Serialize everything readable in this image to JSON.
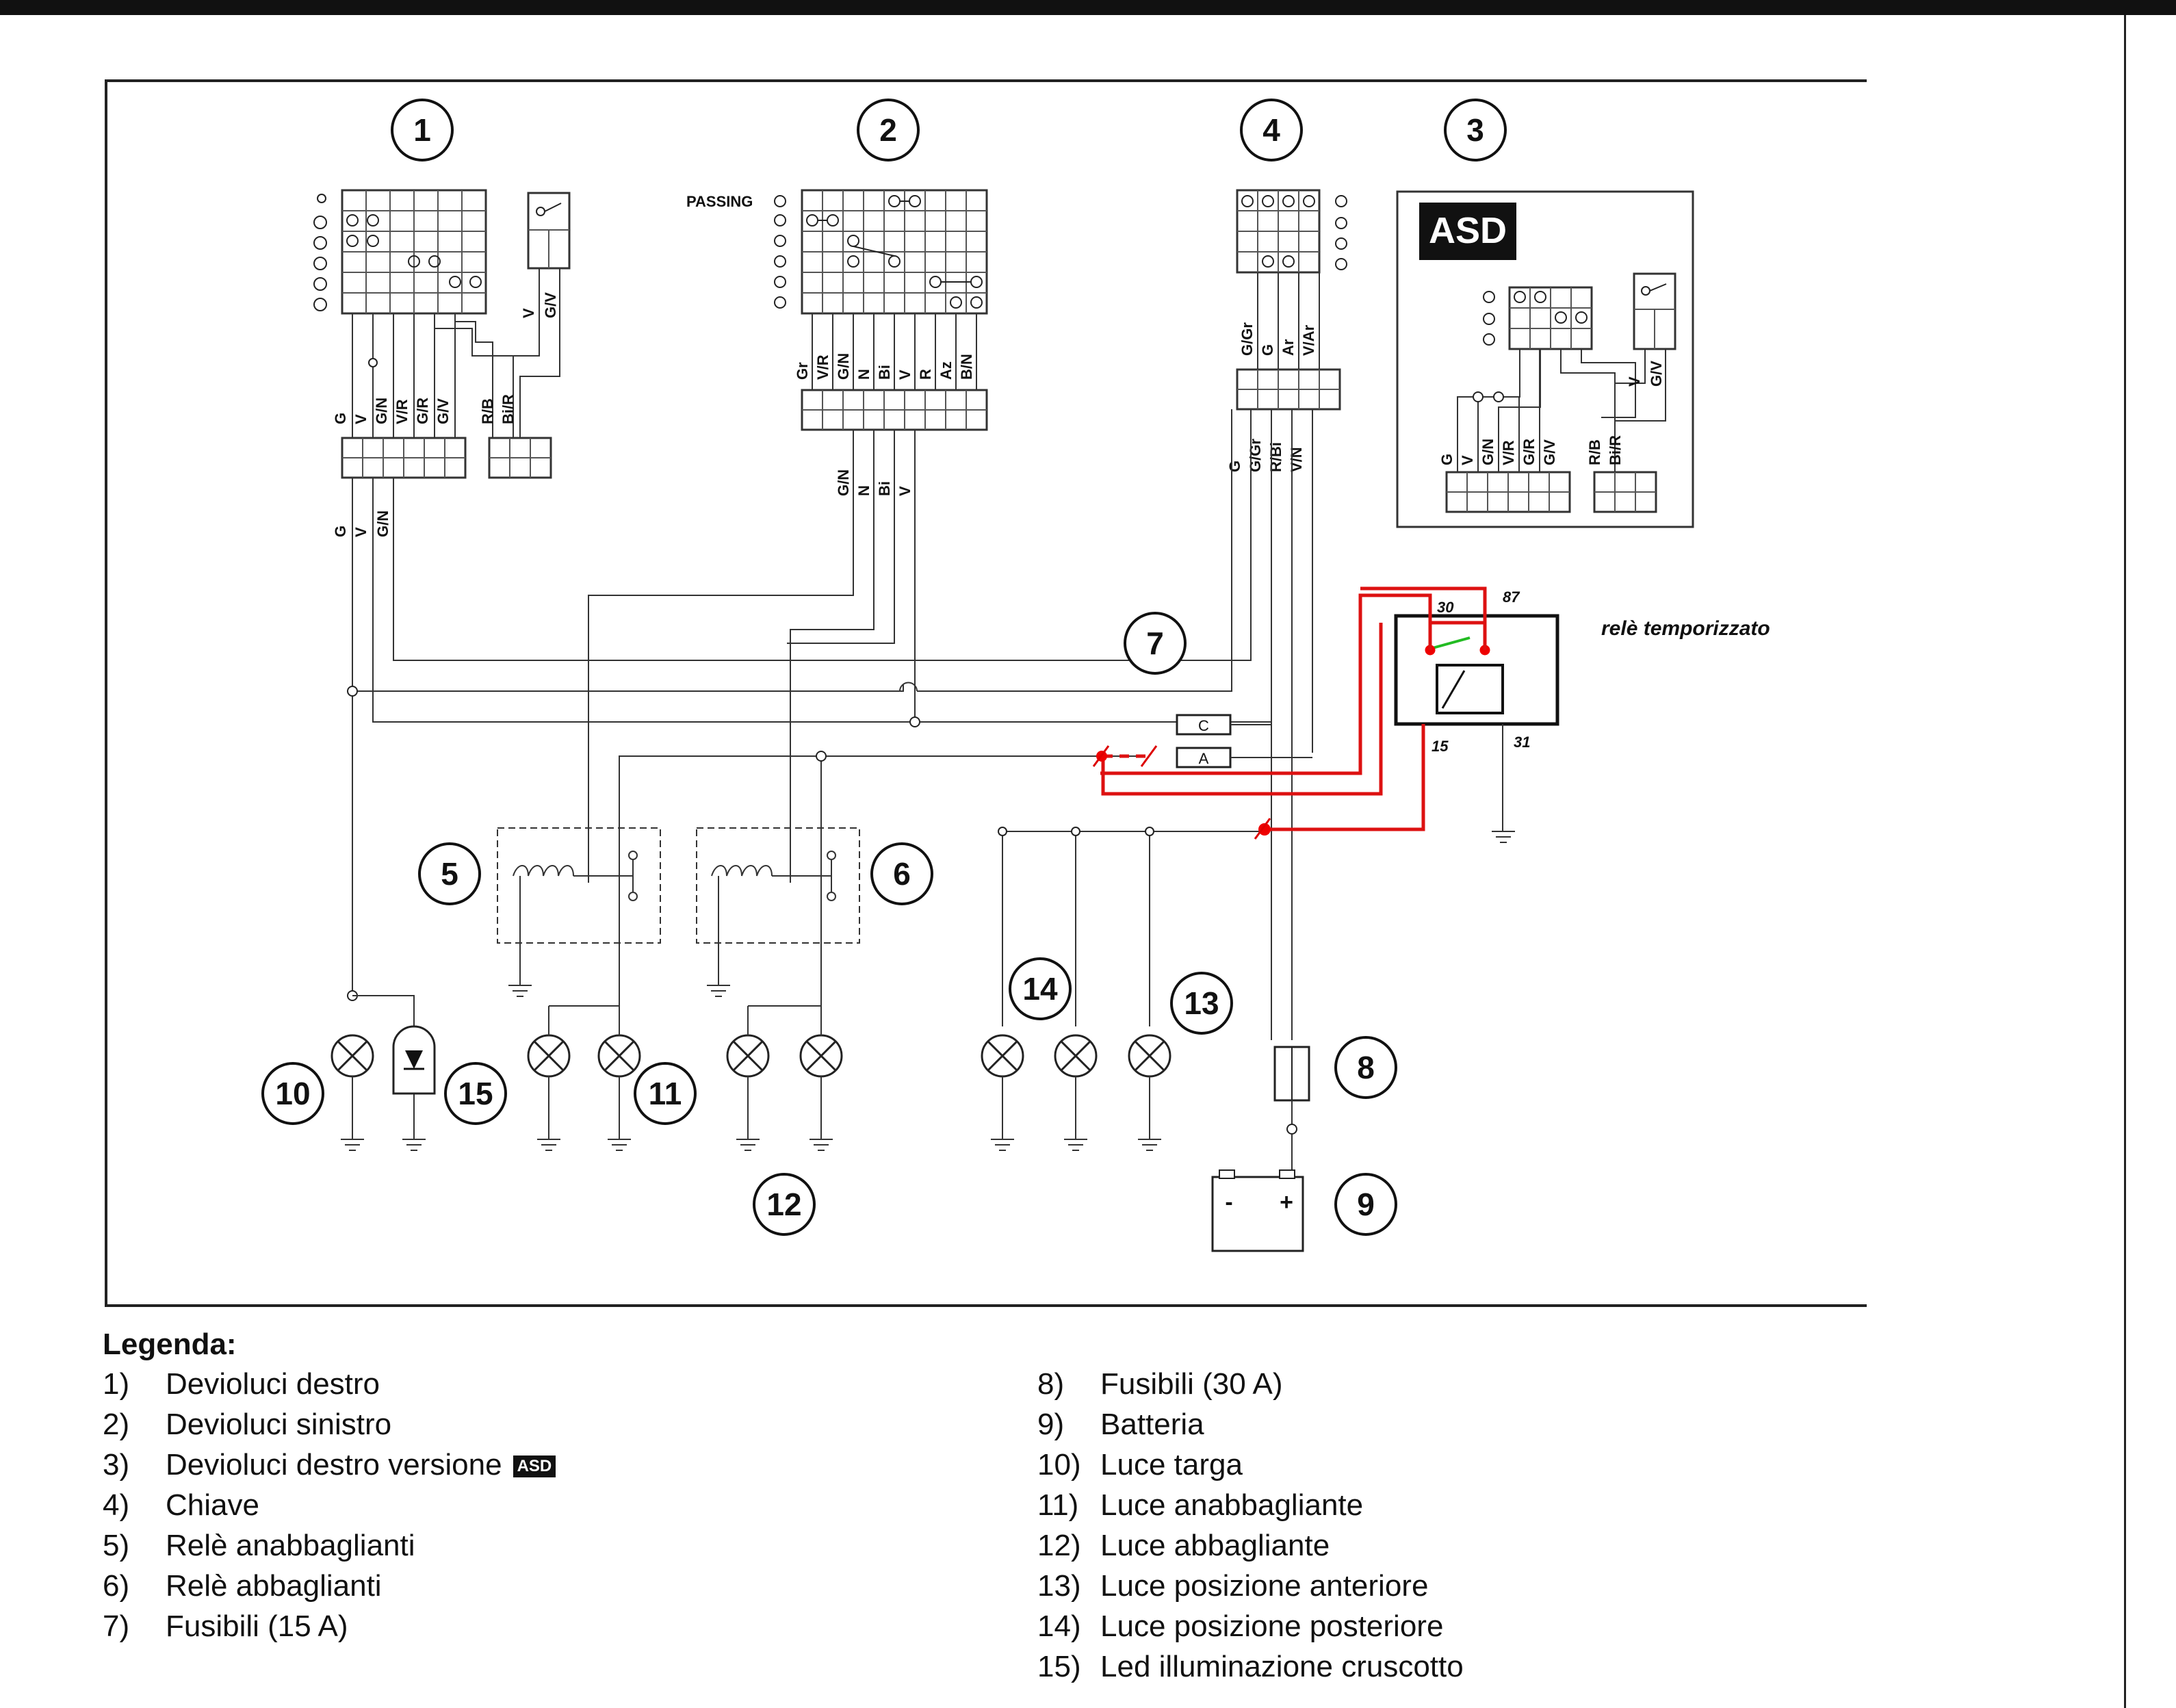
{
  "diagram": {
    "numbers": [
      "1",
      "2",
      "4",
      "3",
      "7",
      "5",
      "6",
      "14",
      "13",
      "8",
      "10",
      "15",
      "11",
      "12",
      "9"
    ],
    "asd_box_label": "ASD",
    "passing_label": "PASSING",
    "relay_label": "relè temporizzato",
    "relay_terminals": [
      "30",
      "87",
      "15",
      "31"
    ],
    "fuse_c": "C",
    "fuse_a": "A",
    "battery_minus": "-",
    "battery_plus": "+",
    "wires": {
      "sw1_top": [
        "G",
        "V",
        "G/N",
        "V/R",
        "G/R",
        "G/V"
      ],
      "sw1_rb": [
        "R/B",
        "Bi/R"
      ],
      "sw1_side": [
        "V",
        "G/V"
      ],
      "sw1_lower": [
        "G",
        "V",
        "G/N"
      ],
      "sw2_top": [
        "Gr",
        "V/R",
        "G/N",
        "N",
        "Bi",
        "V",
        "R",
        "Az",
        "B/N"
      ],
      "sw2_lower": [
        "G/N",
        "N",
        "Bi",
        "V"
      ],
      "key_top": [
        "G/Gr",
        "G",
        "Ar",
        "V/Ar"
      ],
      "key_lower": [
        "G",
        "G/Gr",
        "R/Bi",
        "V/N"
      ],
      "asd_main": [
        "G",
        "V",
        "G/N",
        "V/R",
        "G/R",
        "G/V"
      ],
      "asd_rb": [
        "R/B",
        "Bi/R"
      ],
      "asd_side": [
        "V",
        "G/V"
      ]
    }
  },
  "legend": {
    "title": "Legenda:",
    "asd_tag": "ASD",
    "left": [
      {
        "num": "1)",
        "text": "Devioluci destro"
      },
      {
        "num": "2)",
        "text": "Devioluci sinistro"
      },
      {
        "num": "3)",
        "text": "Devioluci destro versione"
      },
      {
        "num": "4)",
        "text": "Chiave"
      },
      {
        "num": "5)",
        "text": "Relè anabbaglianti"
      },
      {
        "num": "6)",
        "text": "Relè abbaglianti"
      },
      {
        "num": "7)",
        "text": "Fusibili (15 A)"
      }
    ],
    "right": [
      {
        "num": "8)",
        "text": "Fusibili (30 A)"
      },
      {
        "num": "9)",
        "text": "Batteria"
      },
      {
        "num": "10)",
        "text": "Luce targa"
      },
      {
        "num": "11)",
        "text": "Luce anabbagliante"
      },
      {
        "num": "12)",
        "text": "Luce abbagliante"
      },
      {
        "num": "13)",
        "text": "Luce posizione anteriore"
      },
      {
        "num": "14)",
        "text": "Luce posizione posteriore"
      },
      {
        "num": "15)",
        "text": "Led illuminazione cruscotto"
      }
    ]
  }
}
